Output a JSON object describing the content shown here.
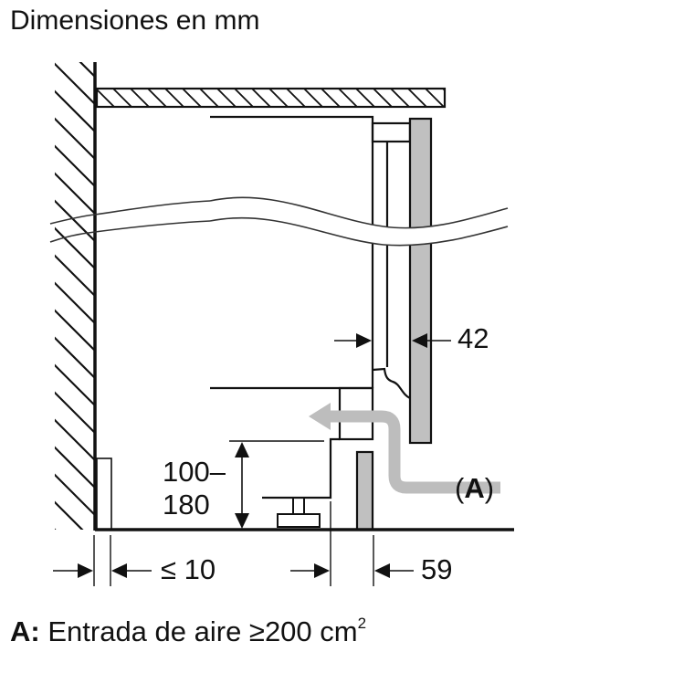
{
  "title": "Dimensiones en mm",
  "dimensions": {
    "door_gap": "42",
    "plinth_height_line1": "100–",
    "plinth_height_line2": "180",
    "wall_gap": "≤ 10",
    "plinth_depth": "59"
  },
  "callout": {
    "open_paren": "(",
    "letter": "A",
    "close_paren": ")"
  },
  "legend": {
    "key": "A:",
    "text": "Entrada de aire ≥200 cm",
    "superscript": "2"
  },
  "colors": {
    "line": "#111111",
    "panel_fill": "#c0c0c0",
    "airflow_arrow": "#bdbdbd",
    "background": "#ffffff"
  }
}
